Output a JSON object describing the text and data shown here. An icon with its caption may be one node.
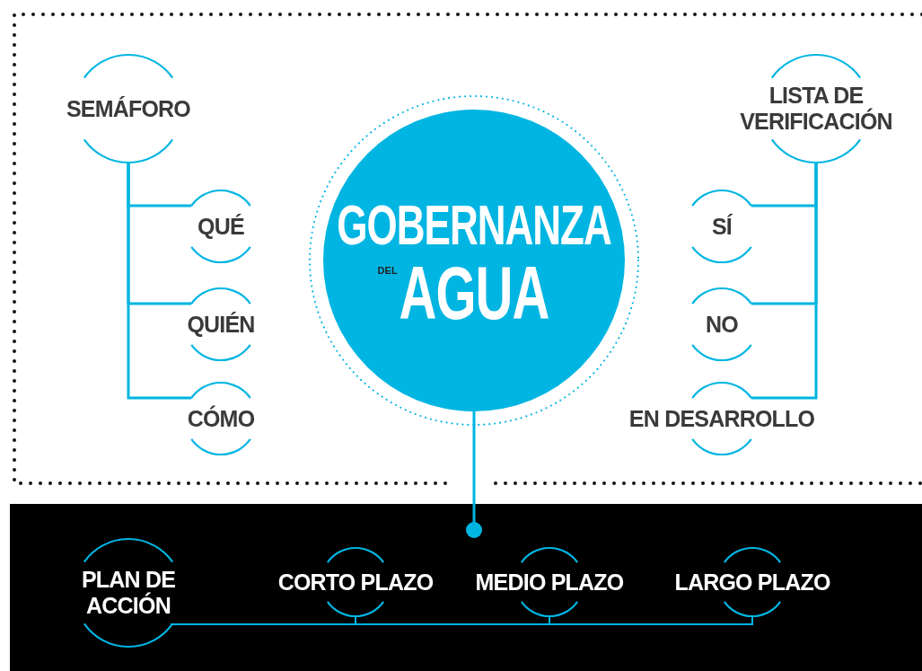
{
  "diagram": {
    "nodes": [
      {
        "text": [
          "GOBERNANZA",
          "DEL",
          "AGUA"
        ]
      },
      {
        "text": [
          "SEMÁFORO"
        ]
      },
      {
        "text": [
          "QUÉ"
        ]
      },
      {
        "text": [
          "QUIÉN"
        ]
      },
      {
        "text": [
          "CÓMO"
        ]
      },
      {
        "text": [
          "LISTA DE VERIFICACIÓN"
        ]
      },
      {
        "text": [
          "SÍ"
        ]
      },
      {
        "text": [
          "NO"
        ]
      },
      {
        "text": [
          "EN DESARROLLO"
        ]
      },
      {
        "text": [],
        "shape": "bar"
      },
      {
        "text": [
          "PLAN DE ACCIÓN"
        ],
        "in": 9
      },
      {
        "text": [
          "CORTO PLAZO"
        ],
        "in": 9
      },
      {
        "text": [
          "MEDIO PLAZO"
        ],
        "in": 9
      },
      {
        "text": [
          "LARGO PLAZO"
        ],
        "in": 9
      }
    ],
    "edges": [
      {
        "from": 1,
        "to": 2,
        "arrow": "none"
      },
      {
        "from": 1,
        "to": 3,
        "arrow": "none"
      },
      {
        "from": 1,
        "to": 4,
        "arrow": "none"
      },
      {
        "from": 5,
        "to": 6,
        "arrow": "none"
      },
      {
        "from": 5,
        "to": 7,
        "arrow": "none"
      },
      {
        "from": 5,
        "to": 8,
        "arrow": "none"
      },
      {
        "from": 10,
        "to": 11,
        "arrow": "none"
      },
      {
        "from": 10,
        "to": 12,
        "arrow": "none"
      },
      {
        "from": 10,
        "to": 13,
        "arrow": "none"
      },
      {
        "from": 0,
        "to": 9,
        "arrow": "other"
      }
    ]
  }
}
